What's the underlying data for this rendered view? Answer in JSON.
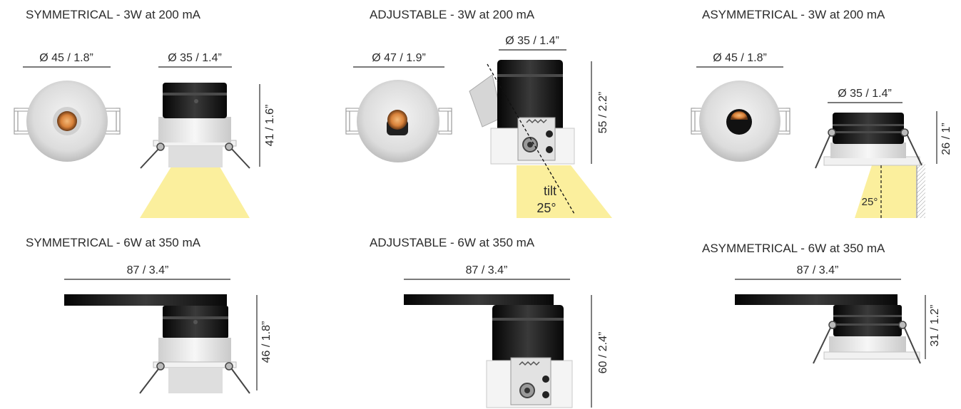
{
  "titles": {
    "sym_3w": "SYMMETRICAL - 3W at 200 mA",
    "adj_3w": "ADJUSTABLE - 3W at 200 mA",
    "asym_3w": "ASYMMETRICAL - 3W at 200 mA",
    "sym_6w": "SYMMETRICAL - 6W at 350 mA",
    "adj_6w": "ADJUSTABLE - 6W at 350 mA",
    "asym_6w": "ASYMMETRICAL - 6W at 350 mA"
  },
  "dimensions": {
    "sym_3w_face": "Ø 45 / 1.8”",
    "sym_3w_body": "Ø 35 / 1.4”",
    "sym_3w_height": "41 / 1.6”",
    "adj_3w_face": "Ø 47 / 1.9”",
    "adj_3w_body": "Ø 35 / 1.4”",
    "adj_3w_height": "55 / 2.2”",
    "asym_3w_face": "Ø 45 / 1.8”",
    "asym_3w_body": "Ø 35 / 1.4”",
    "asym_3w_height": "26 / 1”",
    "sym_6w_width": "87 / 3.4”",
    "sym_6w_height": "46 / 1.8”",
    "adj_6w_width": "87 / 3.4”",
    "adj_6w_height": "60 / 2.4”",
    "asym_6w_width": "87 / 3.4”",
    "asym_6w_height": "31 / 1.2”"
  },
  "annotations": {
    "tilt_label": "tilt",
    "tilt_angle": "25°",
    "asym_angle": "25°"
  },
  "colors": {
    "beam": "#fbef9d",
    "housing_black": "#141414",
    "trim_white": "#e9e9e9",
    "led_amber": "#d9823a"
  }
}
